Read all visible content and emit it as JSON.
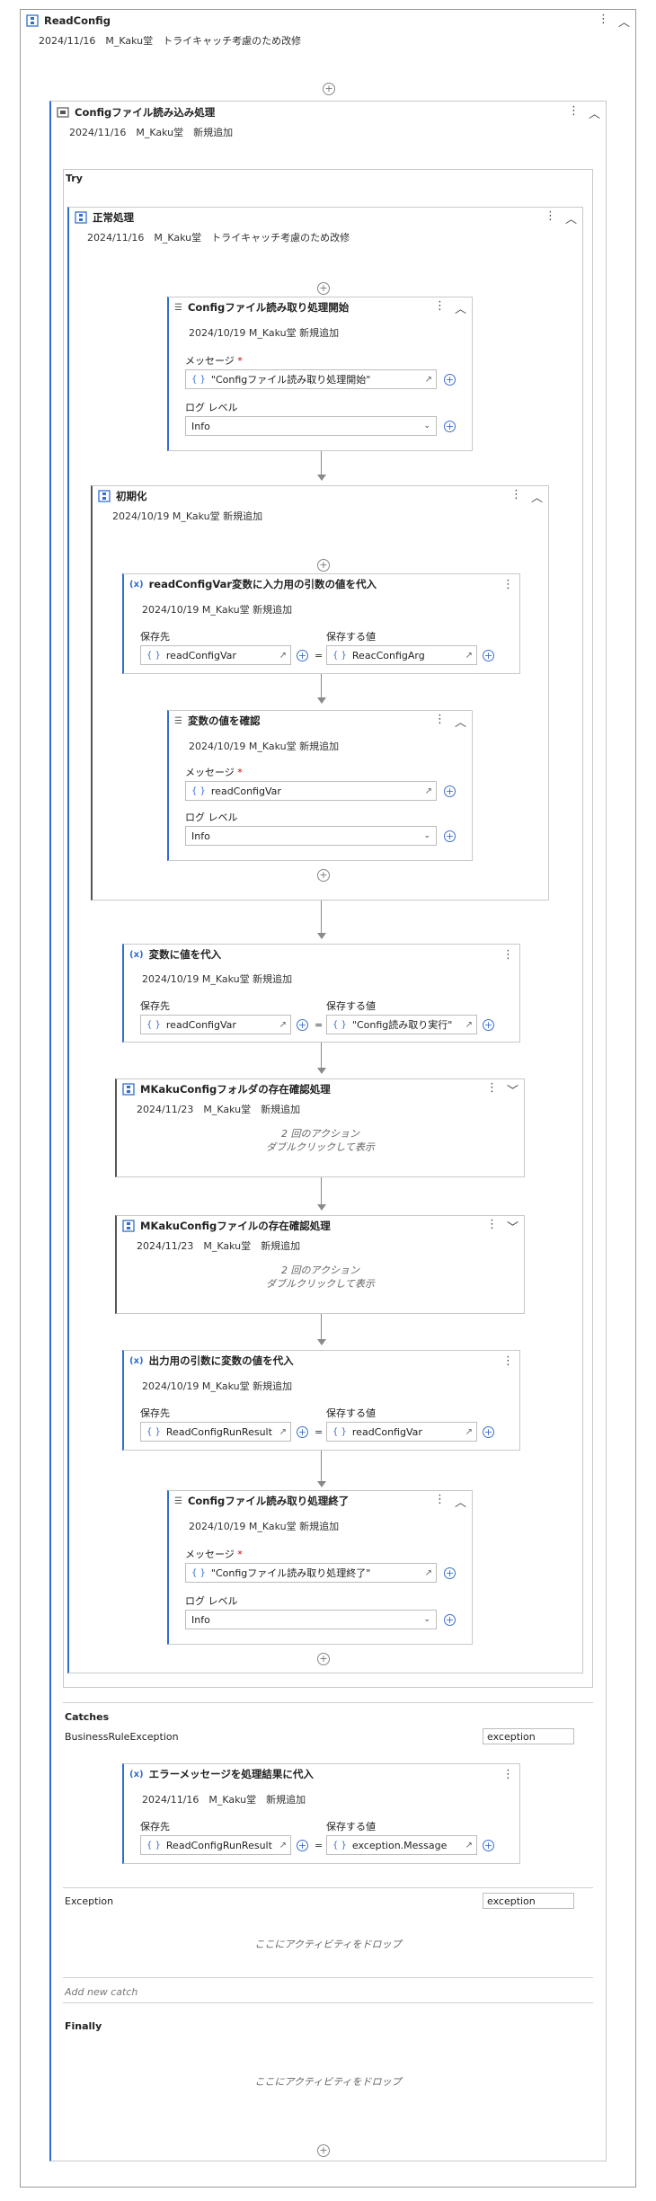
{
  "root": {
    "title": "ReadConfig",
    "annotation": "2024/11/16　M_Kaku堂　トライキャッチ考慮のため改修"
  },
  "config_seq": {
    "title": "Configファイル読み込み処理",
    "annotation": "2024/11/16　M_Kaku堂　新規追加"
  },
  "try": {
    "label": "Try"
  },
  "normal_seq": {
    "title": "正常処理",
    "annotation": "2024/11/16　M_Kaku堂　トライキャッチ考慮のため改修"
  },
  "log_start": {
    "title": "Configファイル読み取り処理開始",
    "annotation": "2024/10/19 M_Kaku堂 新規追加",
    "message_label": "メッセージ",
    "message_value": "\"Configファイル読み取り処理開始\"",
    "level_label": "ログ レベル",
    "level_value": "Info"
  },
  "init_seq": {
    "title": "初期化",
    "annotation": "2024/10/19 M_Kaku堂 新規追加"
  },
  "assign_read": {
    "title": "readConfigVar変数に入力用の引数の値を代入",
    "annotation": "2024/10/19 M_Kaku堂 新規追加",
    "to_label": "保存先",
    "to_value": "readConfigVar",
    "value_label": "保存する値",
    "value_value": "ReacConfigArg"
  },
  "log_check": {
    "title": "変数の値を確認",
    "annotation": "2024/10/19 M_Kaku堂 新規追加",
    "message_label": "メッセージ",
    "message_value": "readConfigVar",
    "level_label": "ログ レベル",
    "level_value": "Info"
  },
  "assign_var": {
    "title": "変数に値を代入",
    "annotation": "2024/10/19 M_Kaku堂 新規追加",
    "to_label": "保存先",
    "to_value": "readConfigVar",
    "value_label": "保存する値",
    "value_value": "\"Config読み取り実行\""
  },
  "folder_check": {
    "title": "MKakuConfigフォルダの存在確認処理",
    "annotation": "2024/11/23　M_Kaku堂　新規追加",
    "collapsed_line1": "2 回のアクション",
    "collapsed_line2": "ダブルクリックして表示"
  },
  "file_check": {
    "title": "MKakuConfigファイルの存在確認処理",
    "annotation": "2024/11/23　M_Kaku堂　新規追加",
    "collapsed_line1": "2 回のアクション",
    "collapsed_line2": "ダブルクリックして表示"
  },
  "assign_out": {
    "title": "出力用の引数に変数の値を代入",
    "annotation": "2024/10/19 M_Kaku堂 新規追加",
    "to_label": "保存先",
    "to_value": "ReadConfigRunResult",
    "value_label": "保存する値",
    "value_value": "readConfigVar"
  },
  "log_end": {
    "title": "Configファイル読み取り処理終了",
    "annotation": "2024/10/19 M_Kaku堂 新規追加",
    "message_label": "メッセージ",
    "message_value": "\"Configファイル読み取り処理終了\"",
    "level_label": "ログ レベル",
    "level_value": "Info"
  },
  "catches": {
    "label": "Catches",
    "business_type": "BusinessRuleException",
    "business_var": "exception",
    "exception_type": "Exception",
    "exception_var": "exception",
    "drop_text": "ここにアクティビティをドロップ",
    "add_new": "Add new catch"
  },
  "assign_err": {
    "title": "エラーメッセージを処理結果に代入",
    "annotation": "2024/11/16　M_Kaku堂　新規追加",
    "to_label": "保存先",
    "to_value": "ReadConfigRunResult",
    "value_label": "保存する値",
    "value_value": "exception.Message"
  },
  "finally": {
    "label": "Finally",
    "drop_text": "ここにアクティビティをドロップ"
  },
  "glyphs": {
    "star": "*",
    "equal": "=",
    "plus": "+",
    "brace": "{ }",
    "assign_icon": "(x)",
    "expand": "↗",
    "chev_up": "︿",
    "chev_down": "﹀",
    "dropdown": "⌄",
    "kebab": "⋮"
  }
}
